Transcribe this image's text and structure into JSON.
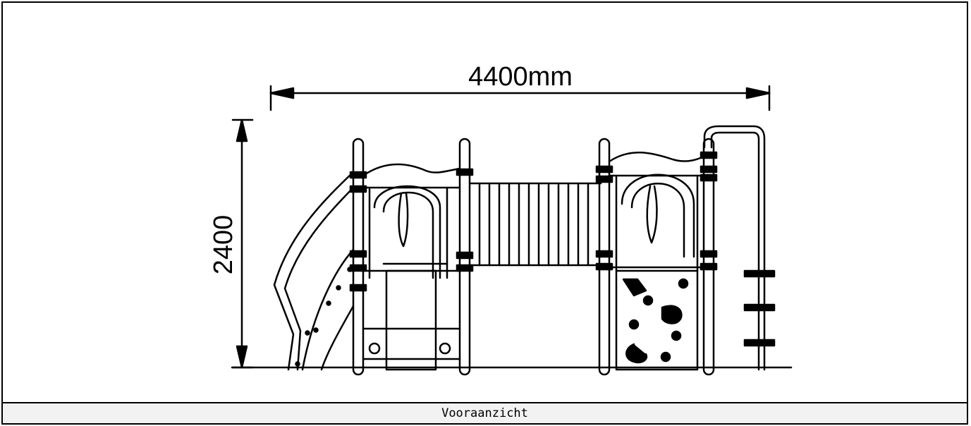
{
  "drawing": {
    "width_label": "4400mm",
    "height_label": "2400",
    "caption": "Vooraanzicht"
  }
}
